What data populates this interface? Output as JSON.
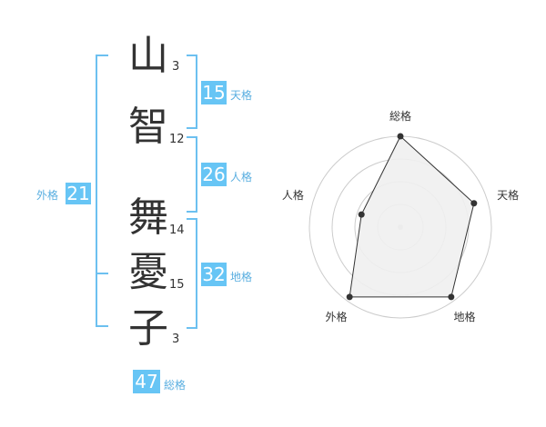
{
  "name": {
    "chars": [
      {
        "char": "山",
        "strokes": "3"
      },
      {
        "char": "智",
        "strokes": "12"
      },
      {
        "char": "舞",
        "strokes": "14"
      },
      {
        "char": "憂",
        "strokes": "15"
      },
      {
        "char": "子",
        "strokes": "3"
      }
    ]
  },
  "fortunes": {
    "ten": {
      "value": "15",
      "label": "天格"
    },
    "jin": {
      "value": "26",
      "label": "人格"
    },
    "chi": {
      "value": "32",
      "label": "地格"
    },
    "gai": {
      "value": "21",
      "label": "外格"
    },
    "so": {
      "value": "47",
      "label": "総格"
    }
  },
  "chart_data": {
    "type": "radar",
    "axes": [
      "総格",
      "天格",
      "地格",
      "外格",
      "人格"
    ],
    "values": [
      1.0,
      0.85,
      0.95,
      0.95,
      0.45
    ],
    "rings": 4,
    "grid": true,
    "colors": {
      "fill": "#f0f0f0",
      "line": "#333333",
      "grid": "#cccccc"
    }
  }
}
